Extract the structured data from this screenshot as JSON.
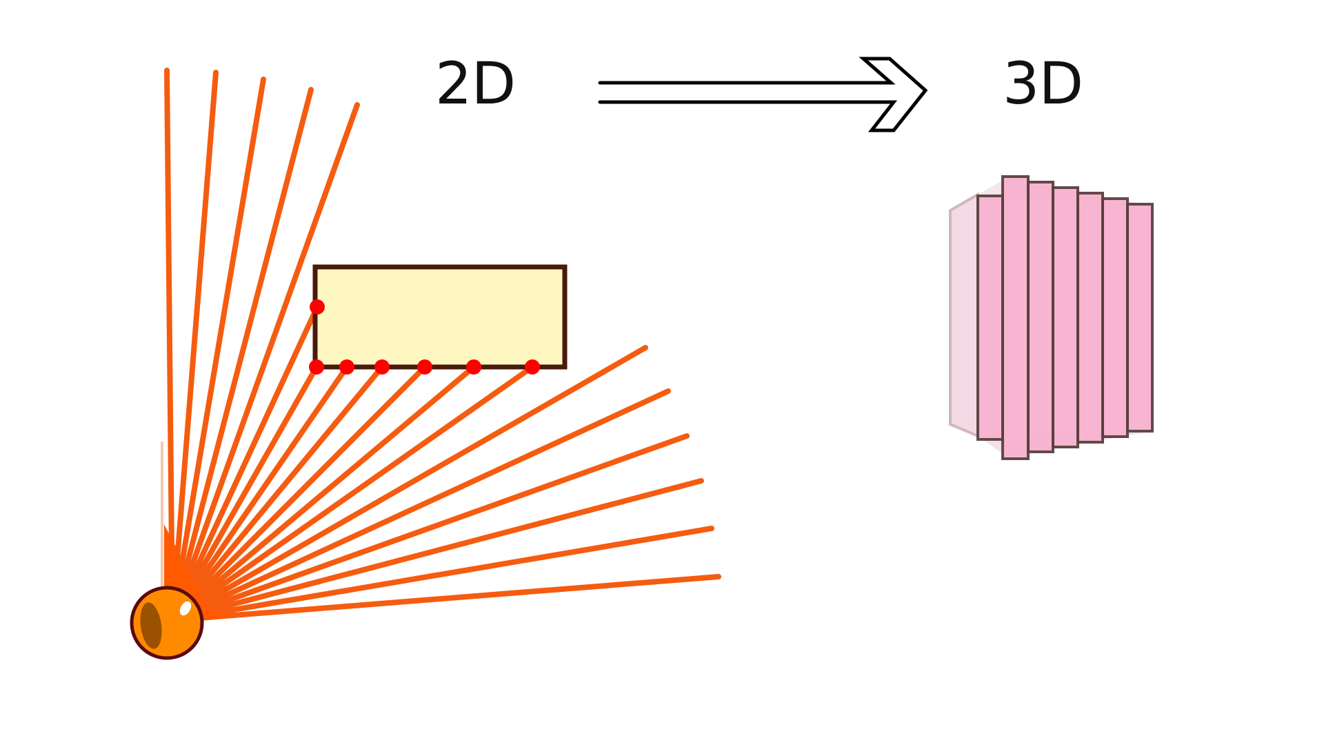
{
  "labels": {
    "left": "2D",
    "right": "3D"
  },
  "colors": {
    "ray": "#f55c10",
    "fan_core": "#ff5a00",
    "object_fill": "#fff7c2",
    "object_stroke": "#4a1a0a",
    "hit_point": "#ff0000",
    "sensor_fill": "#ff8a00",
    "sensor_stroke": "#5a0a12",
    "slice_fill": "#f7b2cf",
    "slice_stroke": "#5a4040",
    "arrow_stroke": "#000000",
    "text": "#111111"
  },
  "icons": {
    "sensor": "sensor-orb-icon",
    "arrow": "double-arrow-right-icon"
  },
  "diagram": {
    "ray_count": 18,
    "hit_point_count": 7,
    "slice_count": 7
  }
}
